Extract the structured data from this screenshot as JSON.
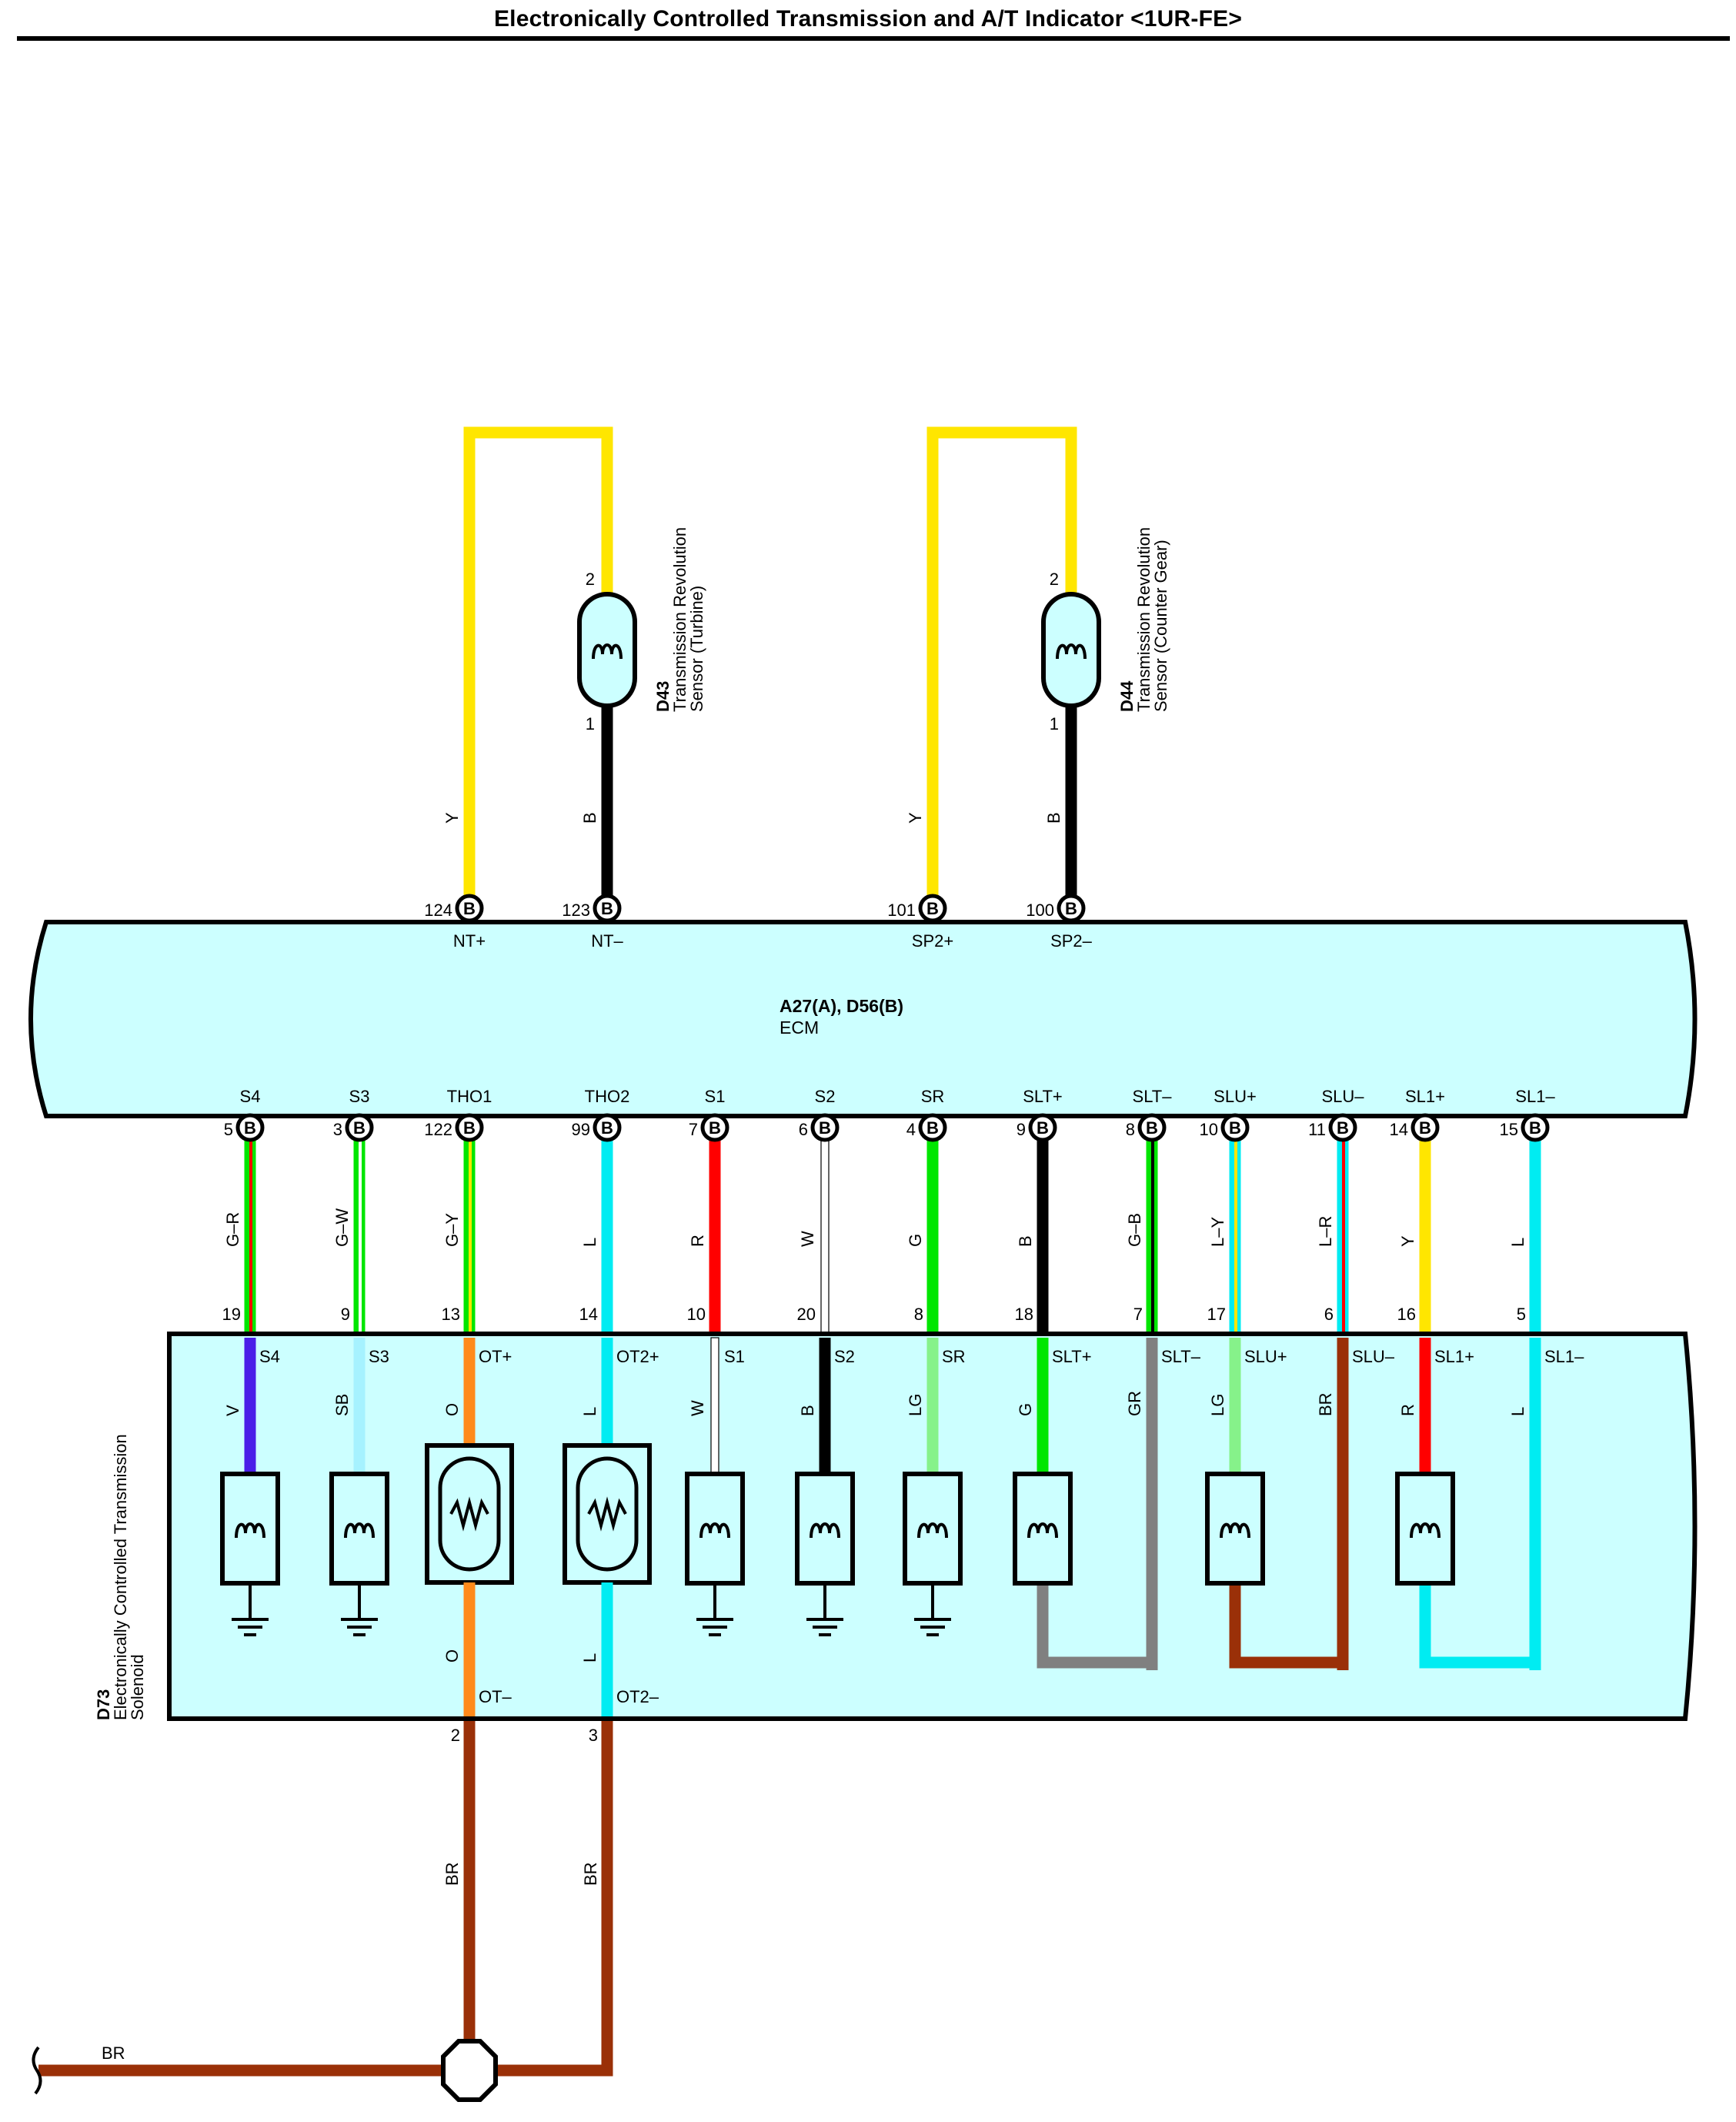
{
  "title": "Electronically Controlled Transmission and A/T Indicator <1UR-FE>",
  "colors": {
    "Y": "#ffe600",
    "B": "#000000",
    "G": "#00e600",
    "R": "#ff0000",
    "W": "#ffffff",
    "L": "#00ecf2",
    "V": "#4a1ee8",
    "SB": "#a6f2ff",
    "O": "#ff8a1a",
    "LG": "#86f28a",
    "GR": "#808080",
    "BR": "#9a3008",
    "box_fill": "#ccffff"
  },
  "ecm": {
    "code_label": "A27(A), D56(B)",
    "name": "ECM",
    "top_pins": [
      {
        "signal": "NT+",
        "pin": "124",
        "conn": "B"
      },
      {
        "signal": "NT–",
        "pin": "123",
        "conn": "B"
      },
      {
        "signal": "SP2+",
        "pin": "101",
        "conn": "B"
      },
      {
        "signal": "SP2–",
        "pin": "100",
        "conn": "B"
      }
    ],
    "bottom_pins": [
      {
        "signal": "S4",
        "pin": "5",
        "conn": "B"
      },
      {
        "signal": "S3",
        "pin": "3",
        "conn": "B"
      },
      {
        "signal": "THO1",
        "pin": "122",
        "conn": "B"
      },
      {
        "signal": "THO2",
        "pin": "99",
        "conn": "B"
      },
      {
        "signal": "S1",
        "pin": "7",
        "conn": "B"
      },
      {
        "signal": "S2",
        "pin": "6",
        "conn": "B"
      },
      {
        "signal": "SR",
        "pin": "4",
        "conn": "B"
      },
      {
        "signal": "SLT+",
        "pin": "9",
        "conn": "B"
      },
      {
        "signal": "SLT–",
        "pin": "8",
        "conn": "B"
      },
      {
        "signal": "SLU+",
        "pin": "10",
        "conn": "B"
      },
      {
        "signal": "SLU–",
        "pin": "11",
        "conn": "B"
      },
      {
        "signal": "SL1+",
        "pin": "14",
        "conn": "B"
      },
      {
        "signal": "SL1–",
        "pin": "15",
        "conn": "B"
      }
    ]
  },
  "sensors": [
    {
      "code": "D43",
      "name_line1": "Transmission Revolution",
      "name_line2": "Sensor (Turbine)",
      "pin_top": "2",
      "pin_bottom": "1",
      "wire_signal": "Y",
      "wire_ground": "B"
    },
    {
      "code": "D44",
      "name_line1": "Transmission Revolution",
      "name_line2": "Sensor (Counter Gear)",
      "pin_top": "2",
      "pin_bottom": "1",
      "wire_signal": "Y",
      "wire_ground": "B"
    }
  ],
  "harness_wires": [
    {
      "code": "G–R",
      "base": "G",
      "stripe": "R",
      "solenoid_pin": "19"
    },
    {
      "code": "G–W",
      "base": "G",
      "stripe": "W",
      "solenoid_pin": "9"
    },
    {
      "code": "G–Y",
      "base": "G",
      "stripe": "Y",
      "solenoid_pin": "13"
    },
    {
      "code": "L",
      "base": "L",
      "stripe": "",
      "solenoid_pin": "14"
    },
    {
      "code": "R",
      "base": "R",
      "stripe": "",
      "solenoid_pin": "10"
    },
    {
      "code": "W",
      "base": "W",
      "stripe": "",
      "solenoid_pin": "20"
    },
    {
      "code": "G",
      "base": "G",
      "stripe": "",
      "solenoid_pin": "8"
    },
    {
      "code": "B",
      "base": "B",
      "stripe": "",
      "solenoid_pin": "18"
    },
    {
      "code": "G–B",
      "base": "G",
      "stripe": "B",
      "solenoid_pin": "7"
    },
    {
      "code": "L–Y",
      "base": "L",
      "stripe": "Y",
      "solenoid_pin": "17"
    },
    {
      "code": "L–R",
      "base": "L",
      "stripe": "R",
      "solenoid_pin": "6"
    },
    {
      "code": "Y",
      "base": "Y",
      "stripe": "",
      "solenoid_pin": "16"
    },
    {
      "code": "L",
      "base": "L",
      "stripe": "",
      "solenoid_pin": "5"
    }
  ],
  "solenoid": {
    "code": "D73",
    "name_line1": "Electronically Controlled Transmission",
    "name_line2": "Solenoid",
    "terminals": [
      "S4",
      "S3",
      "OT+",
      "OT2+",
      "S1",
      "S2",
      "SR",
      "SLT+",
      "SLT–",
      "SLU+",
      "SLU–",
      "SL1+",
      "SL1–"
    ],
    "inner_wires": [
      "V",
      "SB",
      "O",
      "L",
      "W",
      "B",
      "LG",
      "G",
      "GR",
      "LG",
      "BR",
      "R",
      "L"
    ],
    "lower_terminals": [
      {
        "label": "OT–",
        "wire": "O",
        "pin": "2",
        "out_wire": "BR"
      },
      {
        "label": "OT2–",
        "wire": "L",
        "pin": "3",
        "out_wire": "BR"
      }
    ]
  },
  "ground_wire": "BR"
}
